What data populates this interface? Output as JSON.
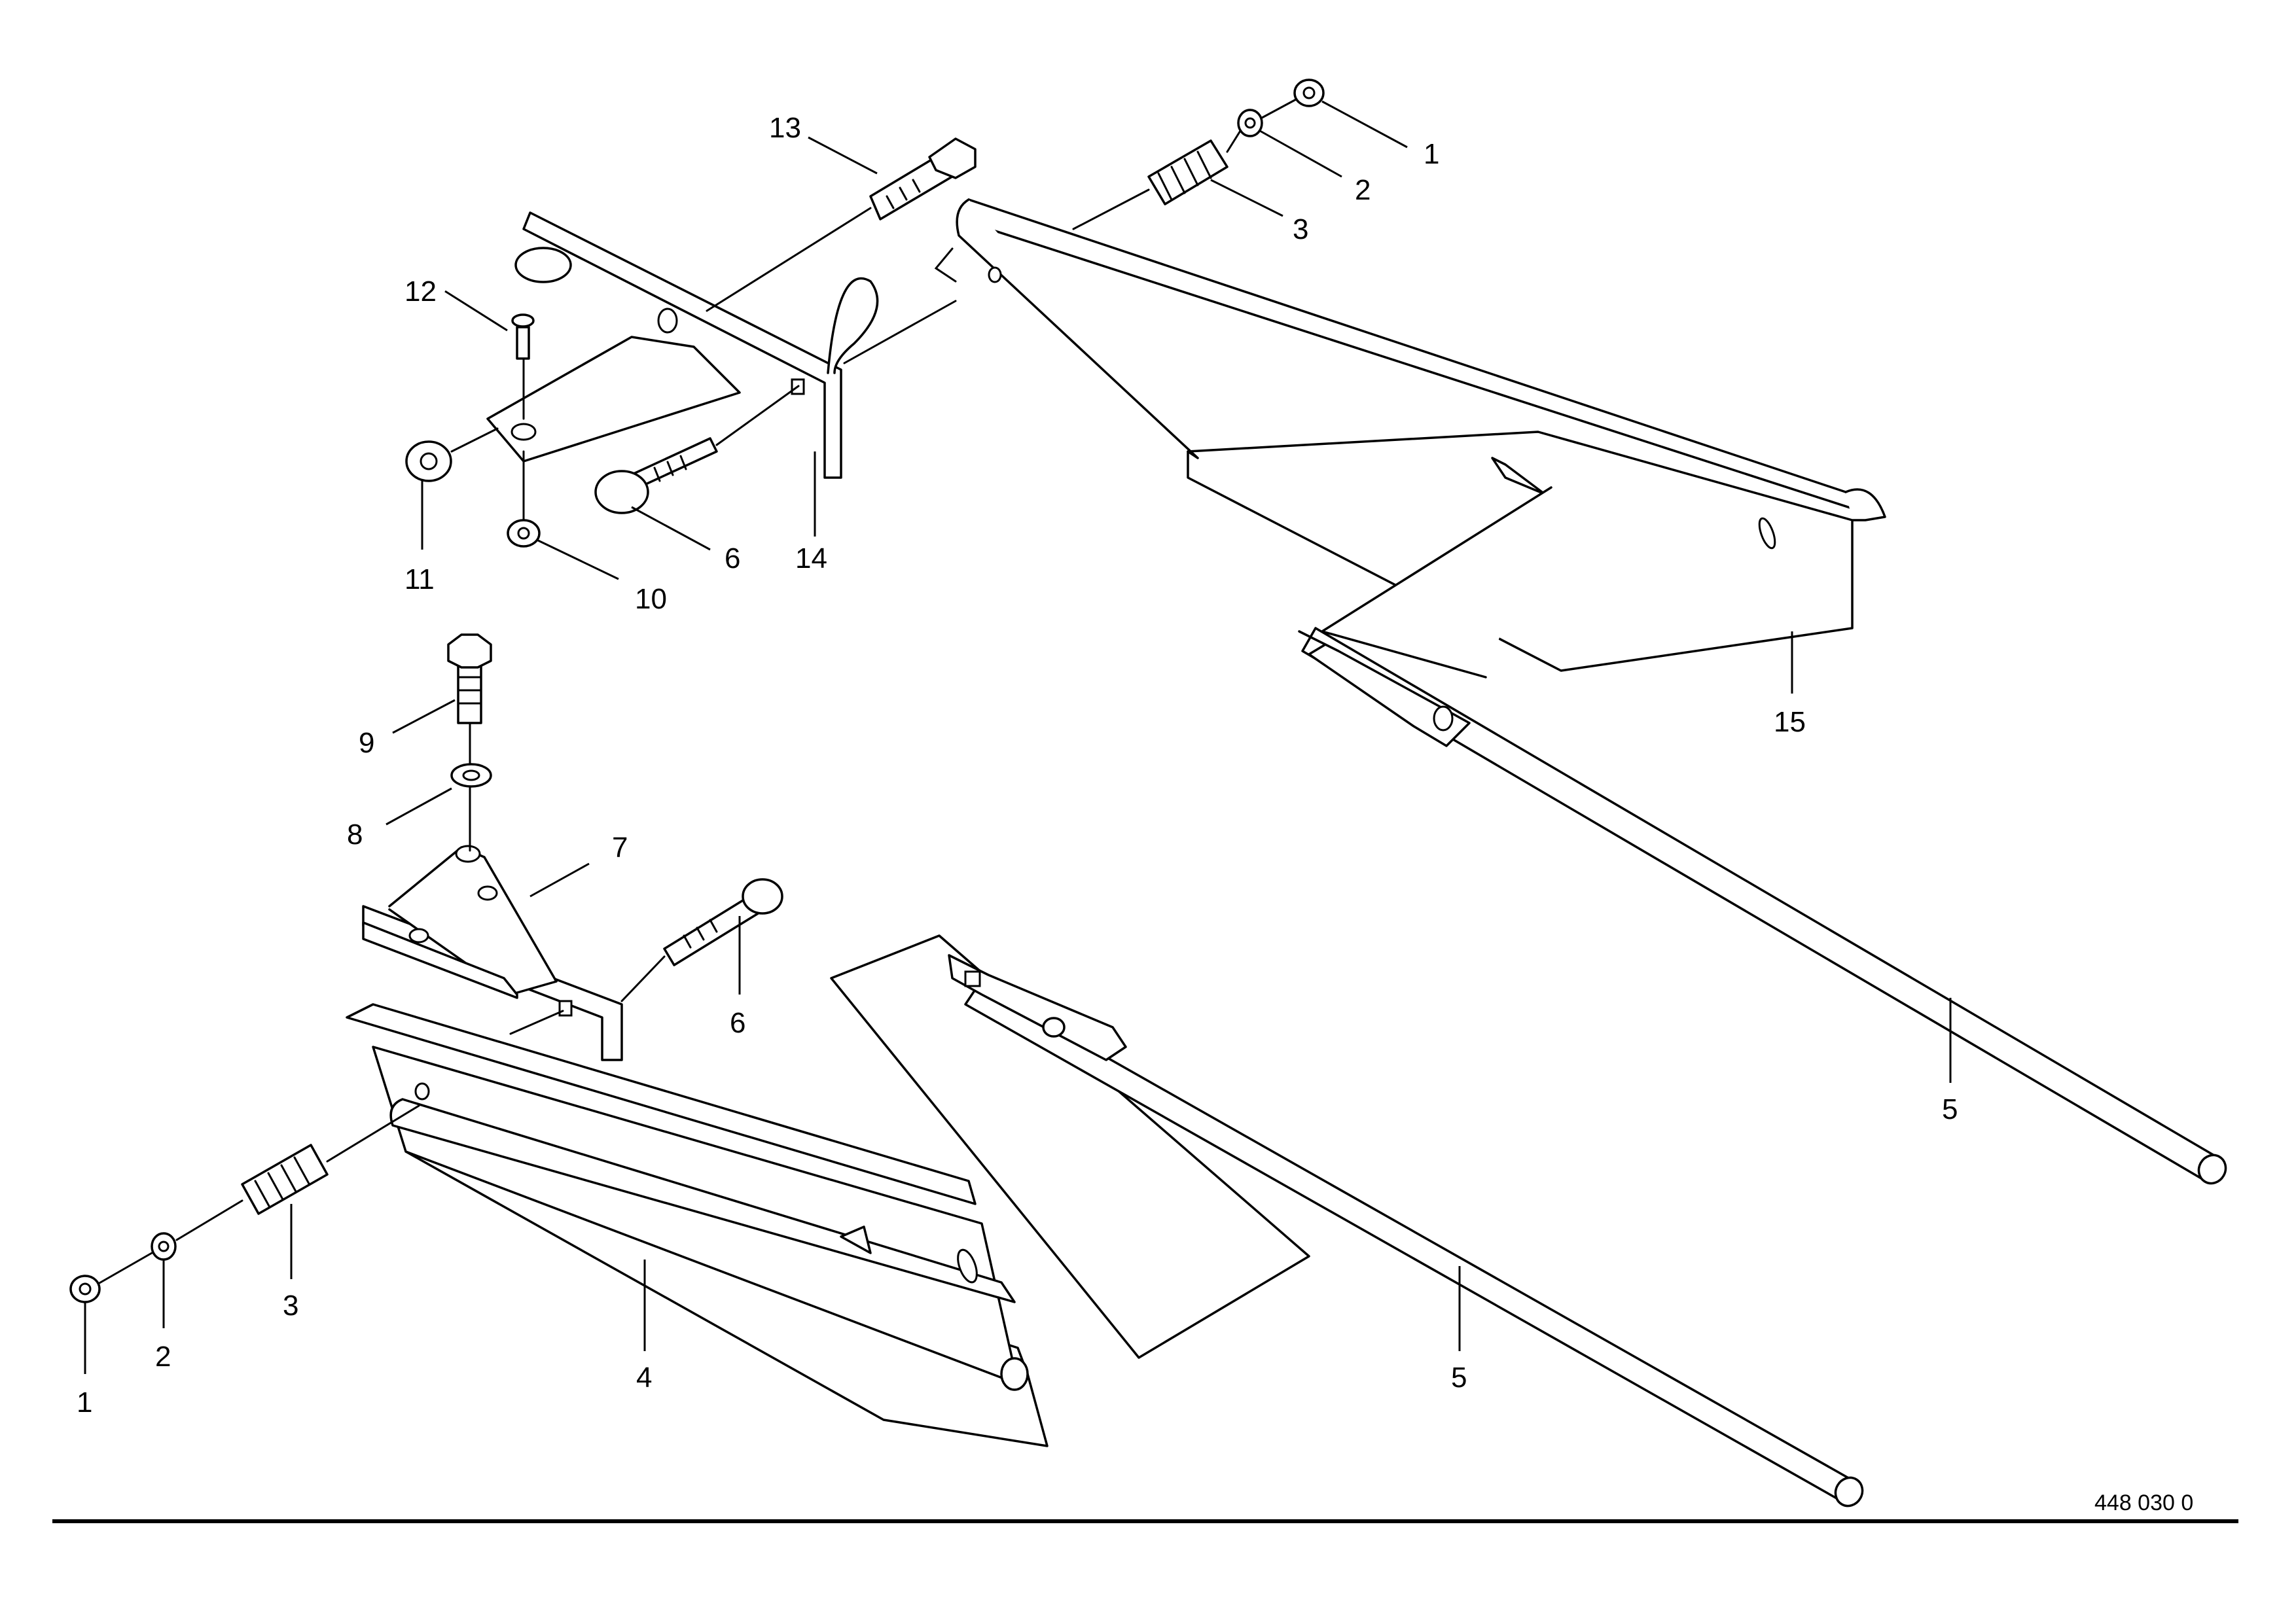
{
  "drawing_number": "448 030 0",
  "callouts": [
    {
      "id": "c1a",
      "label": "1"
    },
    {
      "id": "c2a",
      "label": "2"
    },
    {
      "id": "c3a",
      "label": "3"
    },
    {
      "id": "c13",
      "label": "13"
    },
    {
      "id": "c12",
      "label": "12"
    },
    {
      "id": "c11",
      "label": "11"
    },
    {
      "id": "c10",
      "label": "10"
    },
    {
      "id": "c6a",
      "label": "6"
    },
    {
      "id": "c14",
      "label": "14"
    },
    {
      "id": "c15",
      "label": "15"
    },
    {
      "id": "c9",
      "label": "9"
    },
    {
      "id": "c8",
      "label": "8"
    },
    {
      "id": "c7",
      "label": "7"
    },
    {
      "id": "c6b",
      "label": "6"
    },
    {
      "id": "c5a",
      "label": "5"
    },
    {
      "id": "c5b",
      "label": "5"
    },
    {
      "id": "c4",
      "label": "4"
    },
    {
      "id": "c3b",
      "label": "3"
    },
    {
      "id": "c2b",
      "label": "2"
    },
    {
      "id": "c1b",
      "label": "1"
    }
  ]
}
